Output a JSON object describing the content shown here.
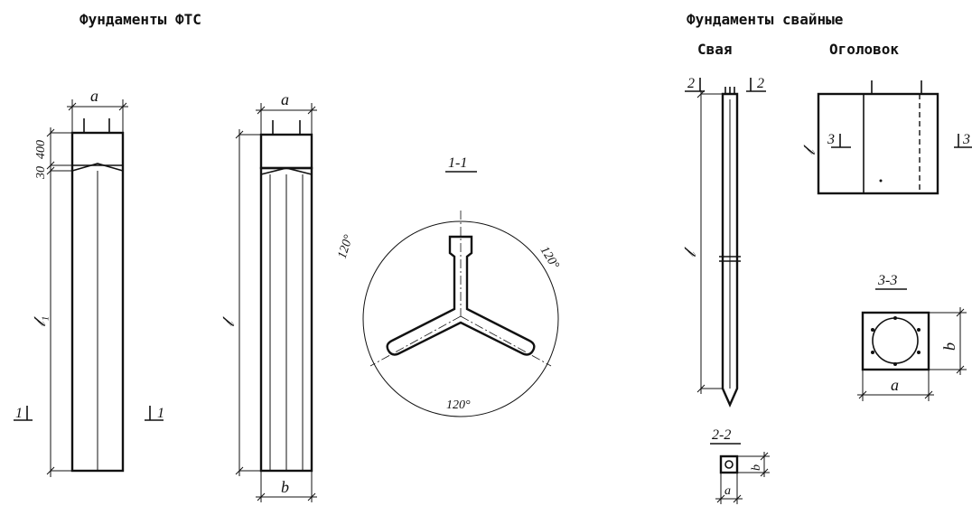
{
  "left_title": "Фундаменты ФТС",
  "right_title": "Фундаменты свайные",
  "pile_label": "Свая",
  "cap_label": "Оголовок",
  "ftc1": {
    "width_label": "a",
    "dim_top": "400",
    "dim_mid": "30",
    "length_label": "𝓁₁",
    "cut_left": "1",
    "cut_right": "1"
  },
  "ftc2": {
    "width_label": "a",
    "length_label": "𝓁",
    "bottom_label": "b"
  },
  "section11": {
    "title": "1-1",
    "angle_left": "120°",
    "angle_right": "120°",
    "angle_bottom": "120°"
  },
  "pile": {
    "cut_left": "2",
    "cut_right": "2",
    "length_label": "𝓁"
  },
  "section22": {
    "title": "2-2",
    "width_label": "a",
    "height_label": "b"
  },
  "cap": {
    "length_label": "𝓁",
    "cut_left": "3",
    "cut_right": "3"
  },
  "section33": {
    "title": "3-3",
    "width_label": "a",
    "height_label": "b"
  }
}
